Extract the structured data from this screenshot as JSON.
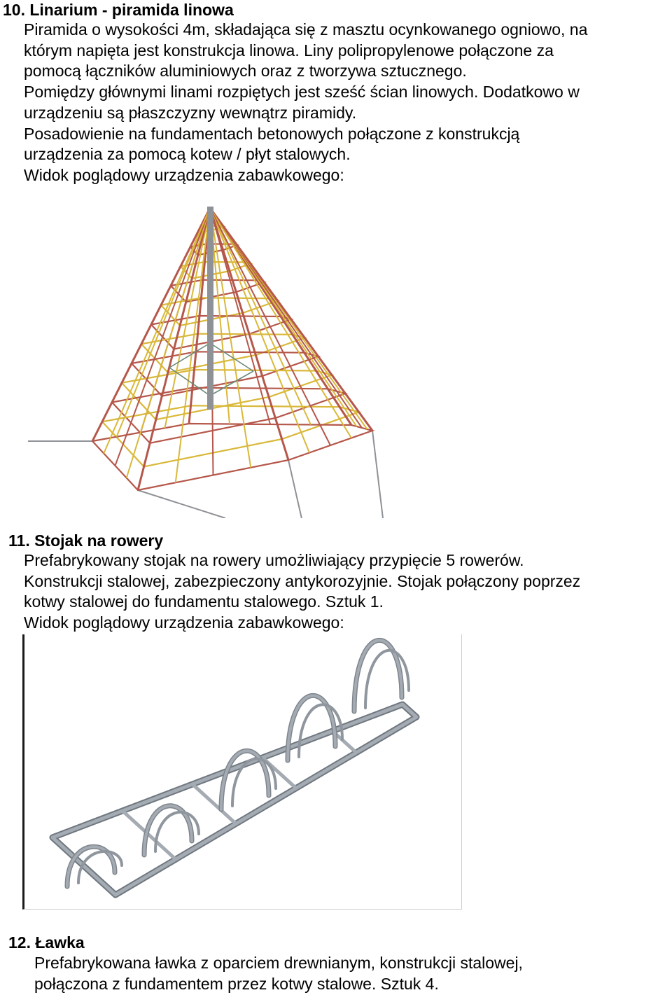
{
  "sections": [
    {
      "heading": "10. Linarium - piramida linowa",
      "lines": [
        "Piramida o wysokości 4m, składająca się z masztu ocynkowanego ogniowo, na",
        "którym napięta jest konstrukcja linowa. Liny polipropylenowe połączone za",
        "pomocą łączników aluminiowych oraz z tworzywa sztucznego.",
        "Pomiędzy głównymi linami rozpiętych jest sześć ścian linowych. Dodatkowo w",
        "urządzeniu są płaszczyzny wewnątrz piramidy.",
        "Posadowienie na fundamentach betonowych połączone z konstrukcją",
        "urządzenia za pomocą kotew / płyt stalowych.",
        "Widok poglądowy urządzenia zabawkowego:"
      ]
    },
    {
      "heading": "11. Stojak na rowery",
      "lines": [
        "Prefabrykowany stojak na rowery umożliwiający przypięcie 5 rowerów.",
        "Konstrukcji stalowej, zabezpieczony antykorozyjnie. Stojak połączony poprzez",
        "kotwy stalowej do fundamentu stalowego. Sztuk 1.",
        "Widok poglądowy urządzenia zabawkowego:"
      ]
    },
    {
      "heading": "12. Ławka",
      "lines": [
        "Prefabrykowana ławka z oparciem drewnianym, konstrukcji stalowej,",
        "połączona z fundamentem przez kotwy stalowe. Sztuk 4."
      ]
    }
  ],
  "colors": {
    "rope_red": "#b5574a",
    "rope_yellow": "#d9b83a",
    "mast_grey": "#8e9196",
    "steel_grey": "#a5abb2"
  }
}
